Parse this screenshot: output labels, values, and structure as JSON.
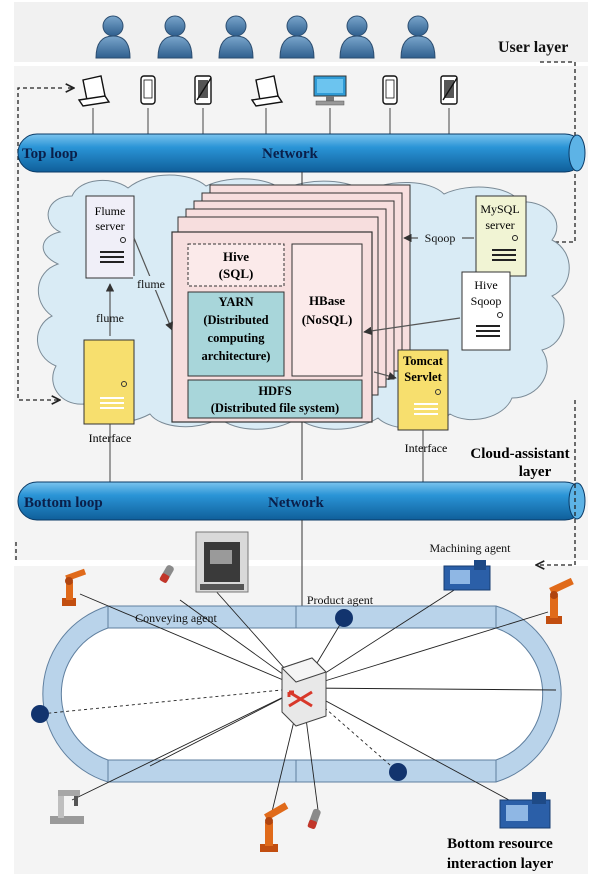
{
  "user_layer": {
    "label": "User layer",
    "user_count": 6
  },
  "devices": [
    "laptop-icon",
    "phone-icon",
    "tablet-icon",
    "laptop-icon",
    "desktop-icon",
    "phone-icon",
    "tablet-icon"
  ],
  "top_loop": {
    "label": "Top loop",
    "network": "Network"
  },
  "cloud_layer": {
    "label_line1": "Cloud-assistant",
    "label_line2": "layer",
    "flume_server": {
      "line1": "Flume",
      "line2": "server"
    },
    "flume_label_1": "flume",
    "flume_label_2": "flume",
    "interface_left": "Interface",
    "interface_right": "Interface",
    "hive": {
      "line1": "Hive",
      "line2": "(SQL)"
    },
    "yarn": {
      "line1": "YARN",
      "line2": "(Distributed",
      "line3": "computing",
      "line4": "architecture)"
    },
    "hbase": {
      "line1": "HBase",
      "line2": "(NoSQL)"
    },
    "hdfs": {
      "line1": "HDFS",
      "line2": "(Distributed file system)"
    },
    "sqoop": "Sqoop",
    "mysql_server": {
      "line1": "MySQL",
      "line2": "server"
    },
    "hive_sqoop": {
      "line1": "Hive",
      "line2": "Sqoop"
    },
    "tomcat": {
      "line1": "Tomcat",
      "line2": "Servlet"
    }
  },
  "bottom_loop": {
    "label": "Bottom loop",
    "network": "Network"
  },
  "bottom_layer": {
    "label_line1": "Bottom resource",
    "label_line2": "interaction layer",
    "machining_agent": "Machining agent",
    "product_agent": "Product agent",
    "conveying_agent": "Conveying agent"
  },
  "colors": {
    "pipe": "#1e88d0",
    "user": "#4a7aa3",
    "cloud": "#d8eaf4",
    "stack_pink": "#f6dcdc",
    "teal_box": "#a8d6da",
    "server_yellow": "#f7df6e",
    "track": "#b9d3ea",
    "agent_dot": "#12346e",
    "robot": "#e06a1a"
  }
}
